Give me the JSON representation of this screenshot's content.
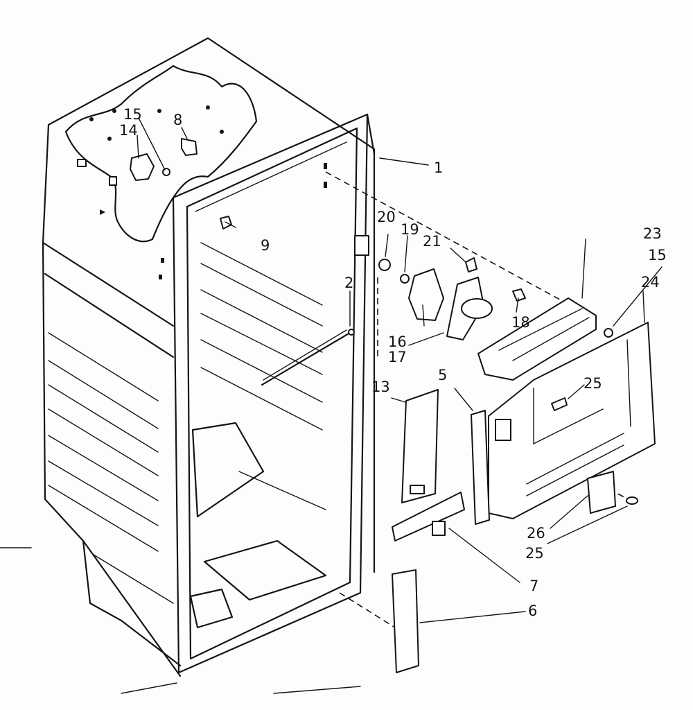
{
  "figure": {
    "background": "#fdfdfb",
    "ink": "#141414"
  },
  "callouts": [
    {
      "id": "c1",
      "label": "1"
    },
    {
      "id": "c2",
      "label": "2"
    },
    {
      "id": "c5",
      "label": "5"
    },
    {
      "id": "c6",
      "label": "6"
    },
    {
      "id": "c7",
      "label": "7"
    },
    {
      "id": "c8",
      "label": "8"
    },
    {
      "id": "c9",
      "label": "9"
    },
    {
      "id": "c13",
      "label": "13"
    },
    {
      "id": "c14",
      "label": "14"
    },
    {
      "id": "c15a",
      "label": "15"
    },
    {
      "id": "c15b",
      "label": "15"
    },
    {
      "id": "c16",
      "label": "16"
    },
    {
      "id": "c17",
      "label": "17"
    },
    {
      "id": "c18",
      "label": "18"
    },
    {
      "id": "c19",
      "label": "19"
    },
    {
      "id": "c20",
      "label": "20"
    },
    {
      "id": "c21",
      "label": "21"
    },
    {
      "id": "c23",
      "label": "23"
    },
    {
      "id": "c24",
      "label": "24"
    },
    {
      "id": "c25a",
      "label": "25"
    },
    {
      "id": "c25b",
      "label": "25"
    },
    {
      "id": "c26",
      "label": "26"
    }
  ]
}
